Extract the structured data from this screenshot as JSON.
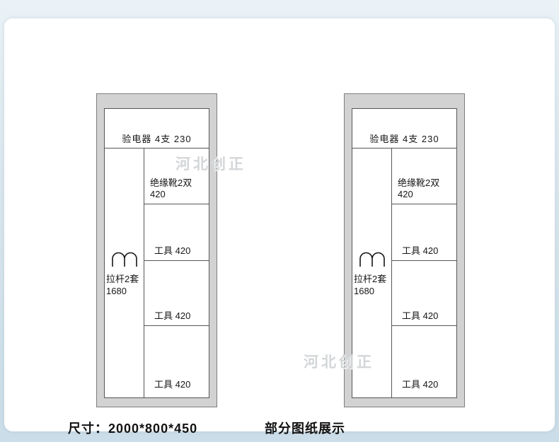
{
  "watermark": {
    "text": "河北创正"
  },
  "footer": {
    "dimensions": "尺寸：2000*800*450",
    "caption": "部分图纸展示"
  },
  "cabinet": {
    "top_shelf_label": "验电器 4支 230",
    "pull_rod": {
      "line1": "拉杆2套",
      "line2": "1680"
    },
    "sections": [
      {
        "line1": "绝缘靴2双",
        "line2": "420"
      },
      {
        "label": "工具 420"
      },
      {
        "label": "工具 420"
      },
      {
        "label": "工具 420"
      }
    ]
  },
  "colors": {
    "background": "#d9e6ed",
    "card": "#ffffff",
    "cabinet_frame": "#d2d2d2",
    "drawing_line": "#565656"
  }
}
